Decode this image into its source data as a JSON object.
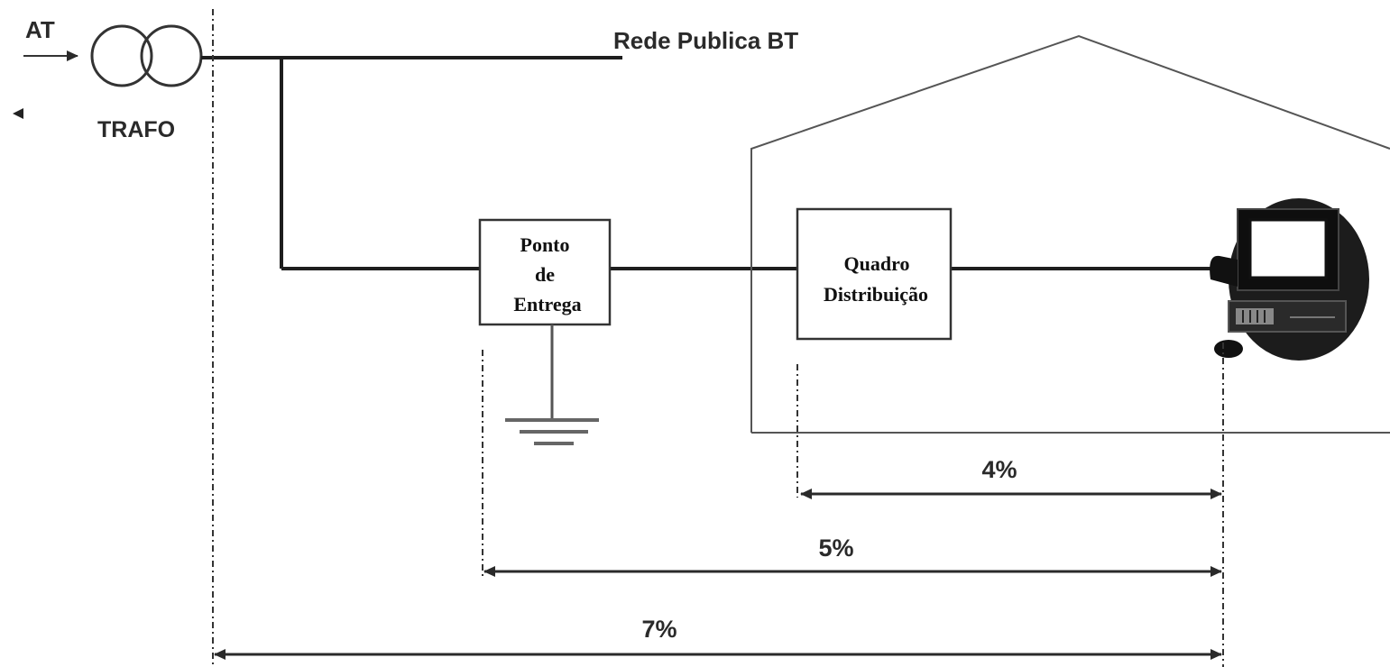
{
  "labels": {
    "at": "AT",
    "trafo": "TRAFO",
    "rede": "Rede Publica BT"
  },
  "ponto_entrega": {
    "line1": "Ponto",
    "line2": "de",
    "line3": "Entrega"
  },
  "quadro": {
    "line1": "Quadro",
    "line2": "Distribuição"
  },
  "dimensions": {
    "d4": "4%",
    "d5": "5%",
    "d7": "7%"
  },
  "icons": {
    "computer": "computer-icon",
    "ground": "ground-symbol-icon",
    "transformer": "transformer-icon"
  }
}
